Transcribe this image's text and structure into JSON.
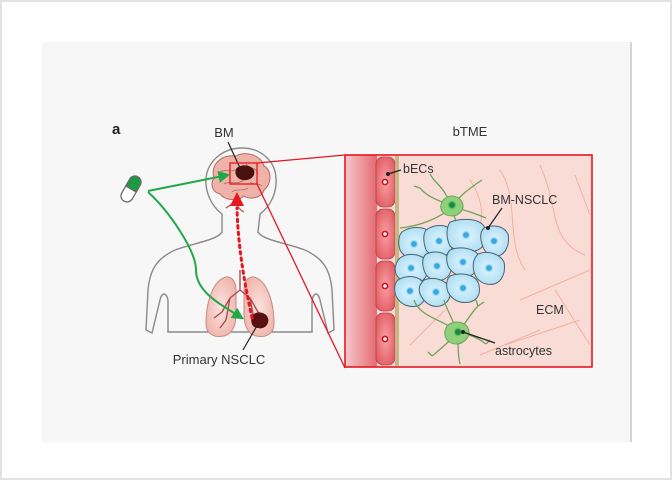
{
  "figure": {
    "panel_letter": "a",
    "left_diagram": {
      "labels": {
        "brain_metastasis": "BM",
        "primary_tumor": "Primary NSCLC"
      },
      "icons": [
        "drug-capsule-icon",
        "brain-icon",
        "lungs-icon",
        "human-body-outline-icon"
      ],
      "arrows": [
        {
          "name": "drug-to-brain",
          "style": "solid",
          "color": "#22a84a"
        },
        {
          "name": "drug-to-lung",
          "style": "solid",
          "color": "#22a84a"
        },
        {
          "name": "lung-to-brain-metastasis",
          "style": "dotted",
          "color": "#e8161f"
        }
      ]
    },
    "right_diagram": {
      "title": "bTME",
      "labels": {
        "endothelial_cells": "bECs",
        "tumor_cells": "BM-NSCLC",
        "matrix": "ECM",
        "astrocytes": "astrocytes"
      }
    },
    "colors": {
      "highlight_red": "#e8161f",
      "drug_green": "#22a84a",
      "tumor_blue": "#bfe6f7",
      "tumor_nucleus": "#3aa8e0",
      "astrocyte_green": "#8fd07a",
      "tissue_pink": "#f9dcd6",
      "vessel_red": "#e9757b",
      "lung_pink": "#f1b5ab"
    }
  }
}
